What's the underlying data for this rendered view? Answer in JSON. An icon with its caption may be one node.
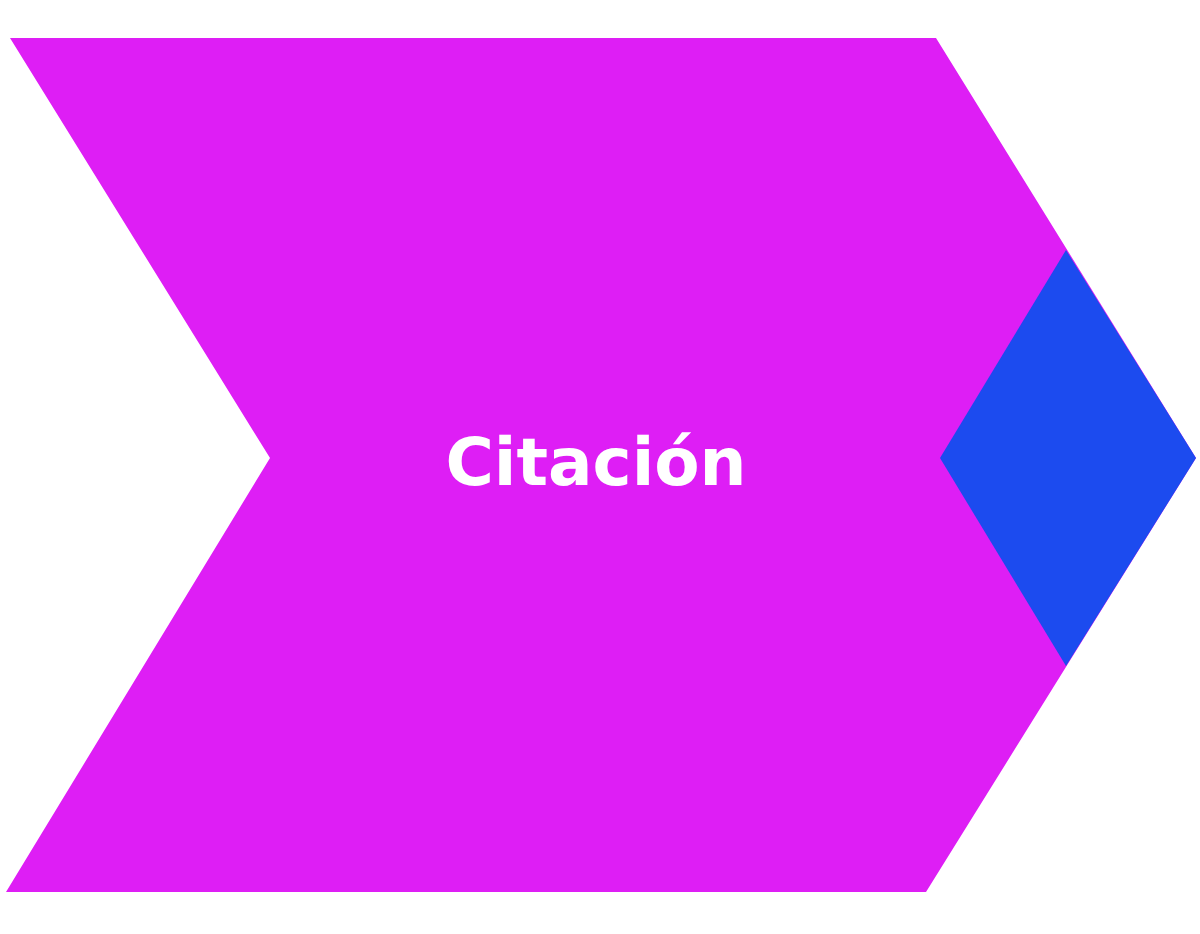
{
  "diagram": {
    "nodes": [
      {
        "text": [
          "Citación"
        ]
      },
      {
        "text": [],
        "shape": "diamond",
        "in": 0
      }
    ]
  }
}
